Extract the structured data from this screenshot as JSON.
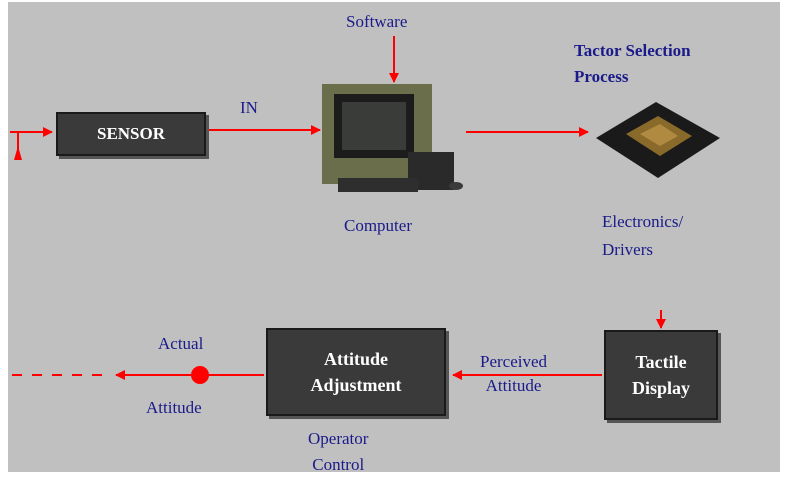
{
  "labels": {
    "software": "Software",
    "in": "IN",
    "computer": "Computer",
    "tactor_line1": "Tactor Selection",
    "tactor_line2": "Process",
    "electronics_line1": "Electronics/",
    "electronics_line2": "Drivers",
    "perceived_line1": "Perceived",
    "perceived_line2": "Attitude",
    "actual_line1": "Actual",
    "actual_line2": "Attitude",
    "operator_line1": "Operator",
    "operator_line2": "Control"
  },
  "boxes": {
    "sensor": "SENSOR",
    "attitude_line1": "Attitude",
    "attitude_line2": "Adjustment",
    "tactile_line1": "Tactile",
    "tactile_line2": "Display"
  },
  "colors": {
    "background": "#c0c0c0",
    "box": "#3a3a3a",
    "arrow": "#ff0000",
    "text_blue": "#1a1a8a"
  }
}
